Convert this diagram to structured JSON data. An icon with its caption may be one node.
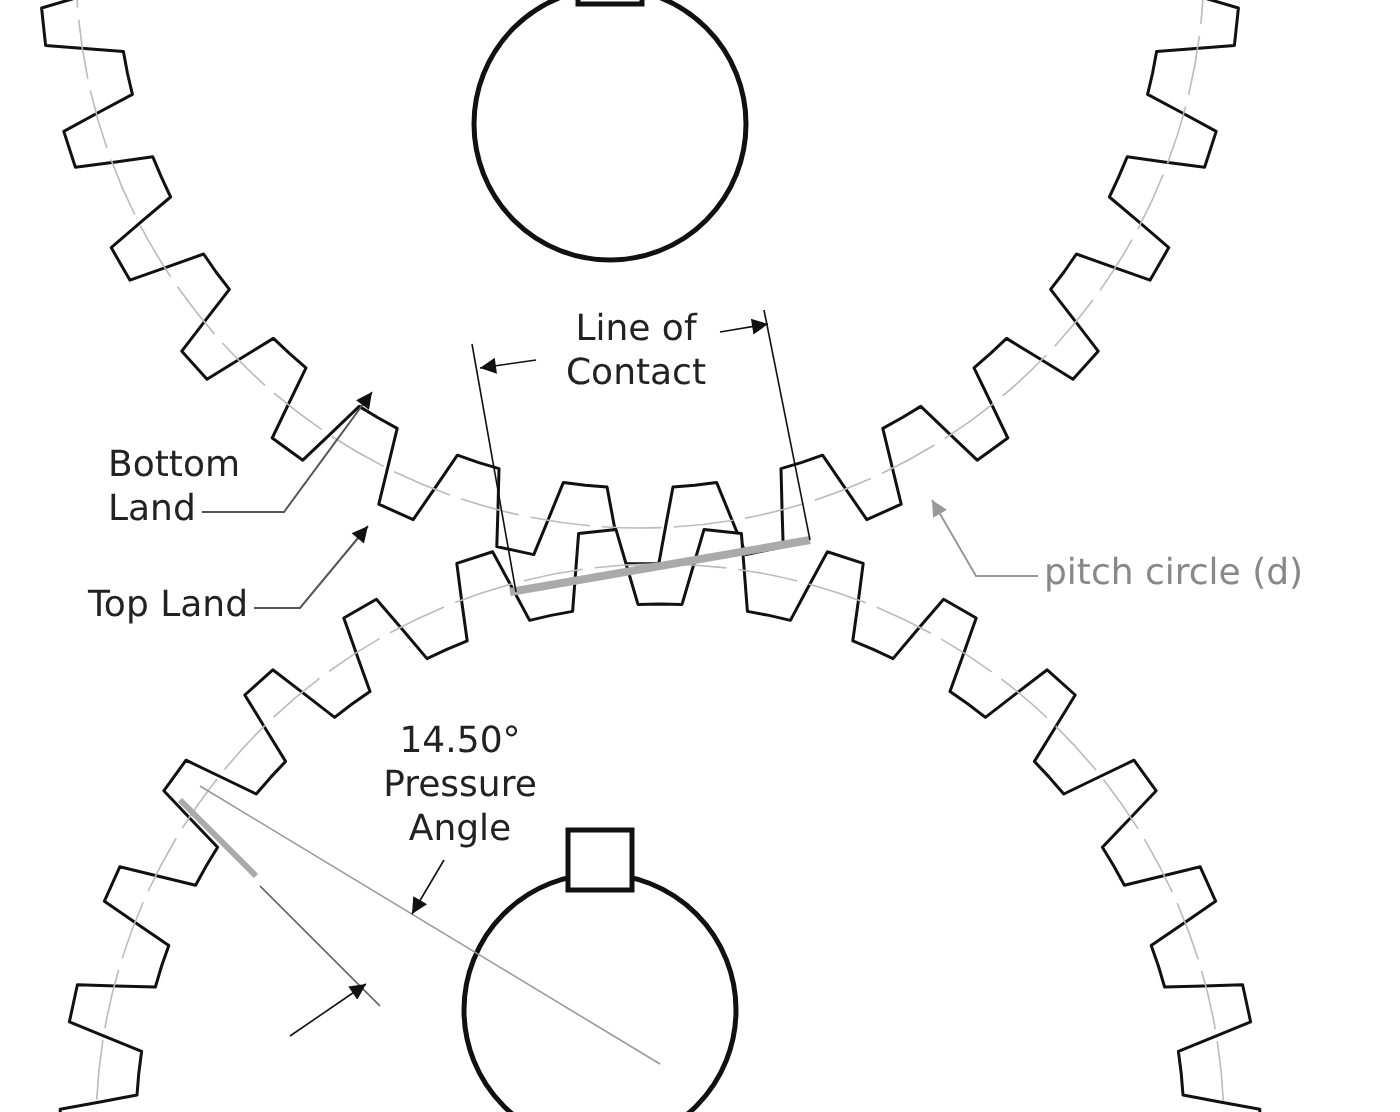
{
  "diagram": {
    "nodes": [
      {
        "text": [
          "Bottom Land"
        ]
      },
      {
        "text": [
          "Top Land"
        ]
      },
      {
        "text": [
          "pitch circle (d)"
        ]
      }
    ],
    "edges": [
      {
        "from": 0,
        "to": null,
        "arrow": "to"
      },
      {
        "from": 1,
        "to": null,
        "arrow": "to"
      },
      {
        "from": 2,
        "to": null,
        "arrow": "to",
        "color": "#999999"
      }
    ],
    "labels": [
      "Line of Contact",
      "14.50° Pressure Angle"
    ]
  }
}
